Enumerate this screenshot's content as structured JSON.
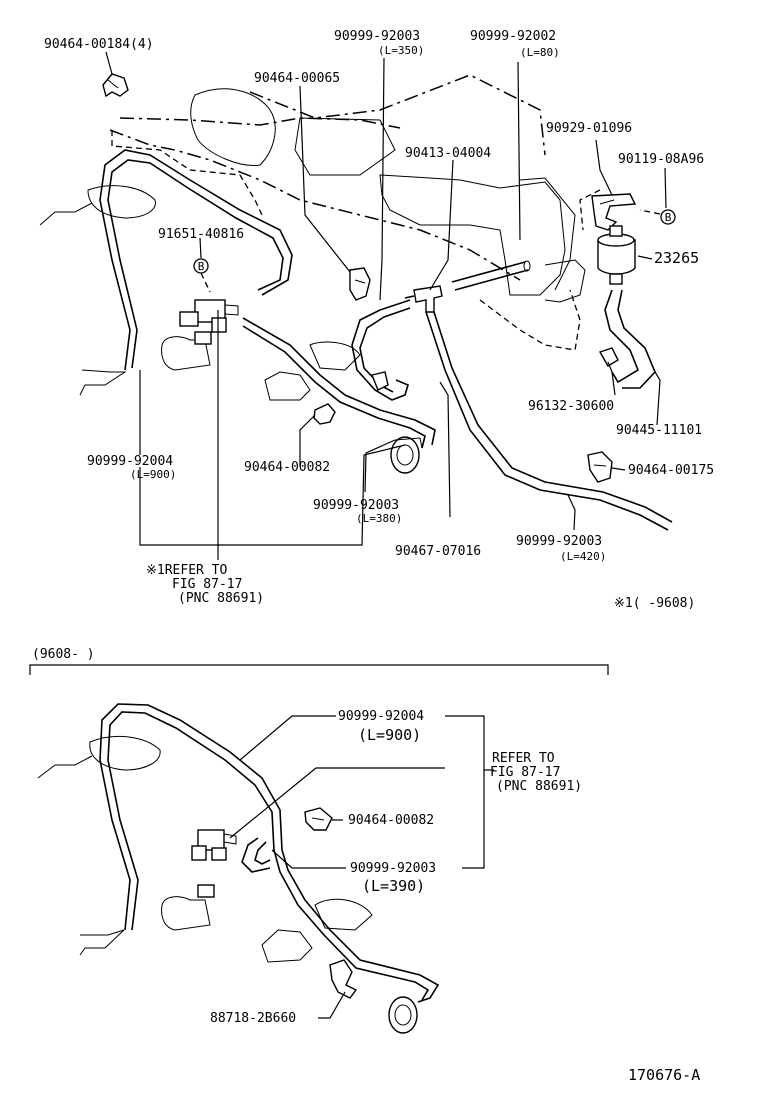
{
  "labels": {
    "p_9046400184": "90464-00184(4)",
    "p_9046400065": "90464-00065",
    "p_9099992003_top": "90999-92003",
    "p_L350": "(L=350)",
    "p_9099992002": "90999-92002",
    "p_L80": "(L=80)",
    "p_9092901096": "90929-01096",
    "p_9041304004": "90413-04004",
    "p_9011908A96": "90119-08A96",
    "p_9165140816": "91651-40816",
    "p_23265": "23265",
    "p_9613230600": "96132-30600",
    "p_9044511101": "90445-11101",
    "p_9099992004_left": "90999-92004",
    "p_L900_small": "(L=900)",
    "p_9046400082_top": "90464-00082",
    "p_9046400175": "90464-00175",
    "p_9099992003_mid": "90999-92003",
    "p_L380": "(L=380)",
    "p_9099992003_right": "90999-92003",
    "p_L420": "(L=420)",
    "p_9046707016": "90467-07016",
    "refer1_line1": "※1REFER TO",
    "refer1_line2": "FIG 87-17",
    "refer1_line3": "(PNC 88691)",
    "note_9608": "※1(    -9608)",
    "section_header": "(9608-    )",
    "p_9099992004_bottom": "90999-92004",
    "p_L900_big": "(L=900)",
    "refer2_line1": "REFER TO",
    "refer2_line2": "FIG 87-17",
    "refer2_line3": "(PNC 88691)",
    "p_9046400082_bottom": "90464-00082",
    "p_9099992003_bottom": "90999-92003",
    "p_L390": "(L=390)",
    "p_887182B660": "88718-2B660",
    "marker_b1": "B",
    "marker_b2": "B",
    "figure_id": "170676-A"
  }
}
